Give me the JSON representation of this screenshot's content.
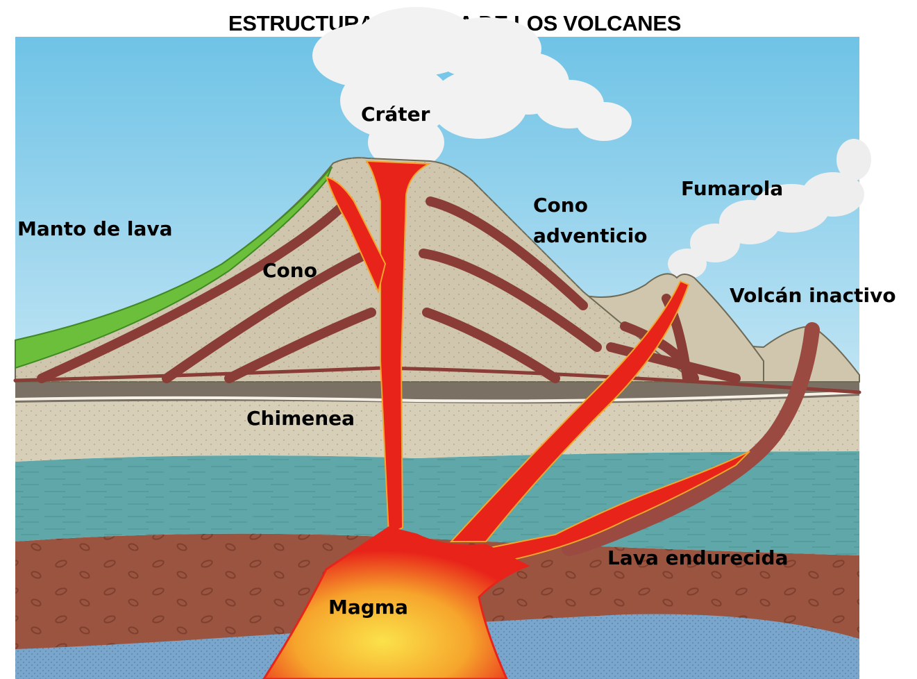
{
  "title": "ESTRUCTURA INTERNA DE LOS VOLCANES",
  "labels": {
    "crater": "Cráter",
    "manto_de_lava": "Manto de lava",
    "cono": "Cono",
    "cono_adventicio_line1": "Cono",
    "cono_adventicio_line2": "adventicio",
    "fumarola": "Fumarola",
    "volcan_inactivo": "Volcán inactivo",
    "chimenea": "Chimenea",
    "lava_endurecida": "Lava endurecida",
    "magma": "Magma"
  },
  "colors": {
    "sky_top": "#6fc3e6",
    "sky_bottom": "#ffffff",
    "cone": "#cfc6ad",
    "cone_stripes": "#8a3c36",
    "lava_mantle": "#6cbf3a",
    "dark_band": "#7a7063",
    "sand_layer": "#d8cfb8",
    "teal_layer": "#5fa7a8",
    "brown_layer": "#9a5440",
    "blue_layer": "#7aa6cc",
    "lava": "#e8231a",
    "magma": "#f7c23a",
    "smoke": "#f2f2f2"
  }
}
